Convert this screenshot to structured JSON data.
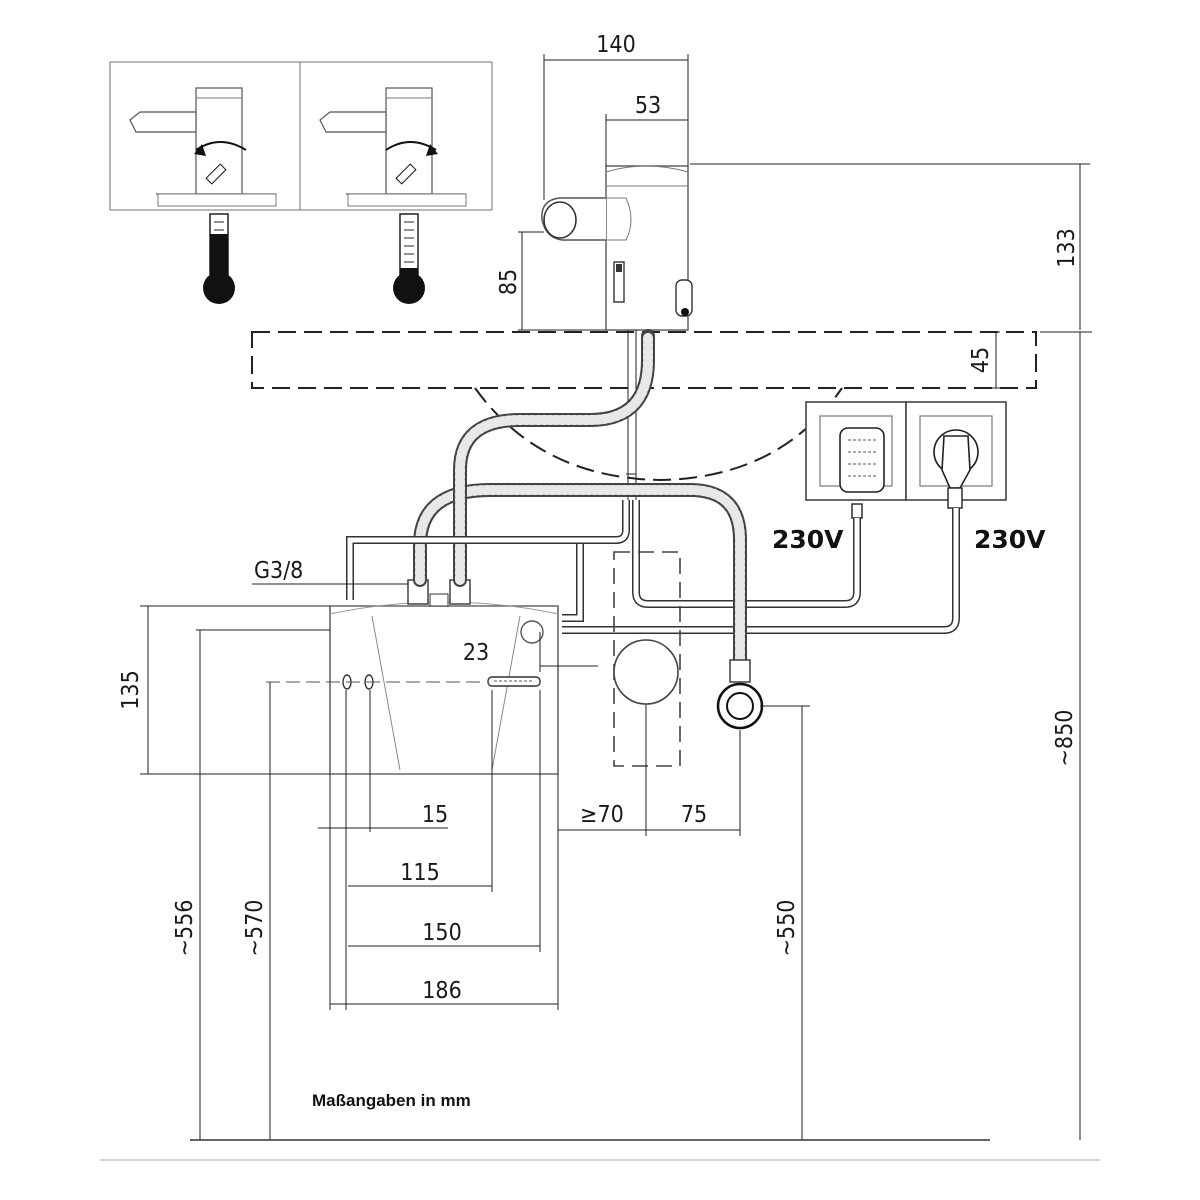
{
  "dimensions": {
    "d140": "140",
    "d53": "53",
    "d133": "133",
    "d85": "85",
    "d45": "45",
    "d135": "135",
    "d23": "23",
    "d15": "15",
    "d115": "115",
    "d150": "150",
    "d186": "186",
    "d70": "≥70",
    "d75": "75",
    "d556": "~556",
    "d570": "~570",
    "d550": "~550",
    "d850": "~850"
  },
  "labels": {
    "thread": "G3/8",
    "voltage_left": "230V",
    "voltage_right": "230V",
    "note": "Maßangaben in mm"
  }
}
